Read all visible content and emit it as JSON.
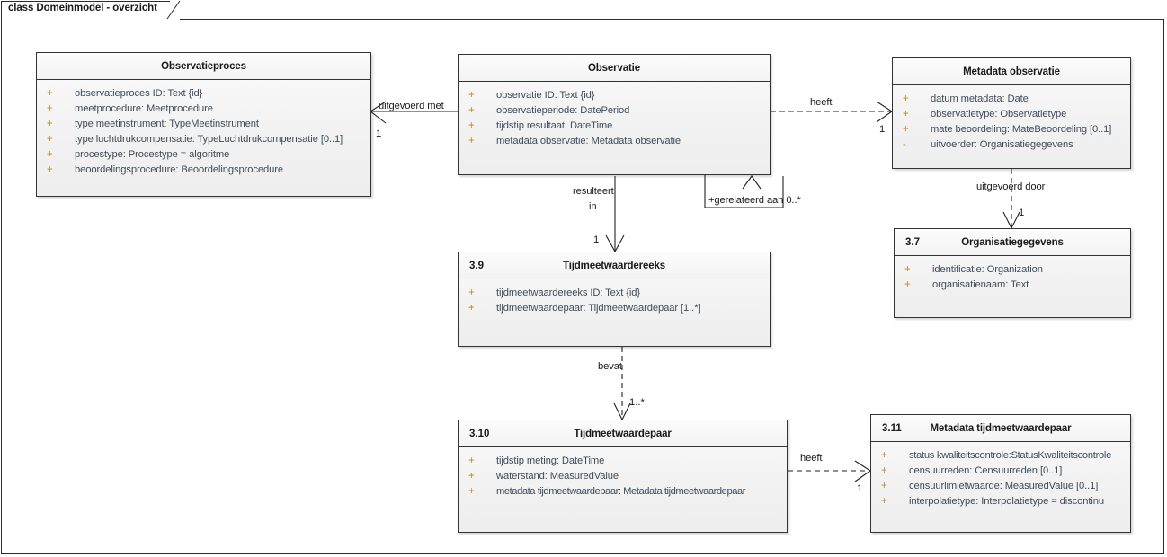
{
  "diagram": {
    "title": "class Domeinmodel - overzicht",
    "type": "uml-class-diagram"
  },
  "classes": [
    {
      "id": "observatieproces",
      "code": "",
      "name": "Observatieproces",
      "attributes": [
        {
          "visibility": "+",
          "text": "observatieproces ID: Text {id}"
        },
        {
          "visibility": "+",
          "text": "meetprocedure: Meetprocedure"
        },
        {
          "visibility": "+",
          "text": "type meetinstrument: TypeMeetinstrument"
        },
        {
          "visibility": "+",
          "text": "type luchtdrukcompensatie: TypeLuchtdrukcompensatie [0..1]"
        },
        {
          "visibility": "+",
          "text": "procestype: Procestype = algoritme"
        },
        {
          "visibility": "+",
          "text": "beoordelingsprocedure: Beoordelingsprocedure"
        }
      ]
    },
    {
      "id": "observatie",
      "code": "",
      "name": "Observatie",
      "attributes": [
        {
          "visibility": "+",
          "text": "observatie ID: Text {id}"
        },
        {
          "visibility": "+",
          "text": "observatieperiode: DatePeriod"
        },
        {
          "visibility": "+",
          "text": "tijdstip resultaat: DateTime"
        },
        {
          "visibility": "+",
          "text": "metadata observatie: Metadata observatie"
        }
      ]
    },
    {
      "id": "metadata-observatie",
      "code": "",
      "name": "Metadata observatie",
      "attributes": [
        {
          "visibility": "+",
          "text": "datum metadata: Date"
        },
        {
          "visibility": "+",
          "text": "observatietype: Observatietype"
        },
        {
          "visibility": "+",
          "text": "mate beoordeling: MateBeoordeling [0..1]"
        },
        {
          "visibility": "-",
          "text": "uitvoerder: Organisatiegegevens"
        }
      ]
    },
    {
      "id": "organisatiegegevens",
      "code": "3.7",
      "name": "Organisatiegegevens",
      "attributes": [
        {
          "visibility": "+",
          "text": "identificatie: Organization"
        },
        {
          "visibility": "+",
          "text": "organisatienaam: Text"
        }
      ]
    },
    {
      "id": "tijdmeetwaardereeks",
      "code": "3.9",
      "name": "Tijdmeetwaardereeks",
      "attributes": [
        {
          "visibility": "+",
          "text": "tijdmeetwaardereeks ID: Text {id}"
        },
        {
          "visibility": "+",
          "text": "tijdmeetwaardepaar: Tijdmeetwaardepaar [1..*]"
        }
      ]
    },
    {
      "id": "tijdmeetwaardepaar",
      "code": "3.10",
      "name": "Tijdmeetwaardepaar",
      "attributes": [
        {
          "visibility": "+",
          "text": "tijdstip meting: DateTime"
        },
        {
          "visibility": "+",
          "text": "waterstand: MeasuredValue"
        },
        {
          "visibility": "+",
          "text": "metadata tijdmeetwaardepaar: Metadata tijdmeetwaardepaar"
        }
      ]
    },
    {
      "id": "metadata-tijdmeetwaardepaar",
      "code": "3.11",
      "name": "Metadata tijdmeetwaardepaar",
      "attributes": [
        {
          "visibility": "+",
          "text": "status kwaliteitscontrole:StatusKwaliteitscontrole"
        },
        {
          "visibility": "+",
          "text": "censuurreden: Censuurreden [0..1]"
        },
        {
          "visibility": "+",
          "text": "censuurlimietwaarde: MeasuredValue [0..1]"
        },
        {
          "visibility": "+",
          "text": "interpolatietype: Interpolatietype = discontinu"
        }
      ]
    }
  ],
  "connectors": [
    {
      "id": "uitgevoerd-met",
      "label": "uitgevoerd met",
      "multiplicity": "1",
      "style": "solid",
      "from": "observatie",
      "to": "observatieproces"
    },
    {
      "id": "heeft-metadata-observatie",
      "label": "heeft",
      "multiplicity": "1",
      "style": "dashed",
      "from": "observatie",
      "to": "metadata-observatie"
    },
    {
      "id": "gerelateerd-aan",
      "label": "+gerelateerd aan 0..*",
      "multiplicity": "",
      "style": "solid",
      "from": "observatie",
      "to": "observatie"
    },
    {
      "id": "resulteert-in",
      "label_line1": "resulteert",
      "label_line2": "in",
      "multiplicity": "1",
      "style": "solid",
      "from": "observatie",
      "to": "tijdmeetwaardereeks"
    },
    {
      "id": "uitgevoerd-door",
      "label": "uitgevoerd door",
      "multiplicity": "1",
      "style": "dashed",
      "from": "metadata-observatie",
      "to": "organisatiegegevens"
    },
    {
      "id": "bevat",
      "label": "bevat",
      "multiplicity": "1..*",
      "style": "dashed",
      "from": "tijdmeetwaardereeks",
      "to": "tijdmeetwaardepaar"
    },
    {
      "id": "heeft-metadata-tijdmeetwaardepaar",
      "label": "heeft",
      "multiplicity": "1",
      "style": "dashed",
      "from": "tijdmeetwaardepaar",
      "to": "metadata-tijdmeetwaardepaar"
    }
  ],
  "colors": {
    "class_border": "#333333",
    "class_fill": "#f2f2f2",
    "attribute_text": "#3e4d5c",
    "visibility_marker": "#c08a24",
    "line": "#222222",
    "title_text": "#1a1a1a"
  }
}
